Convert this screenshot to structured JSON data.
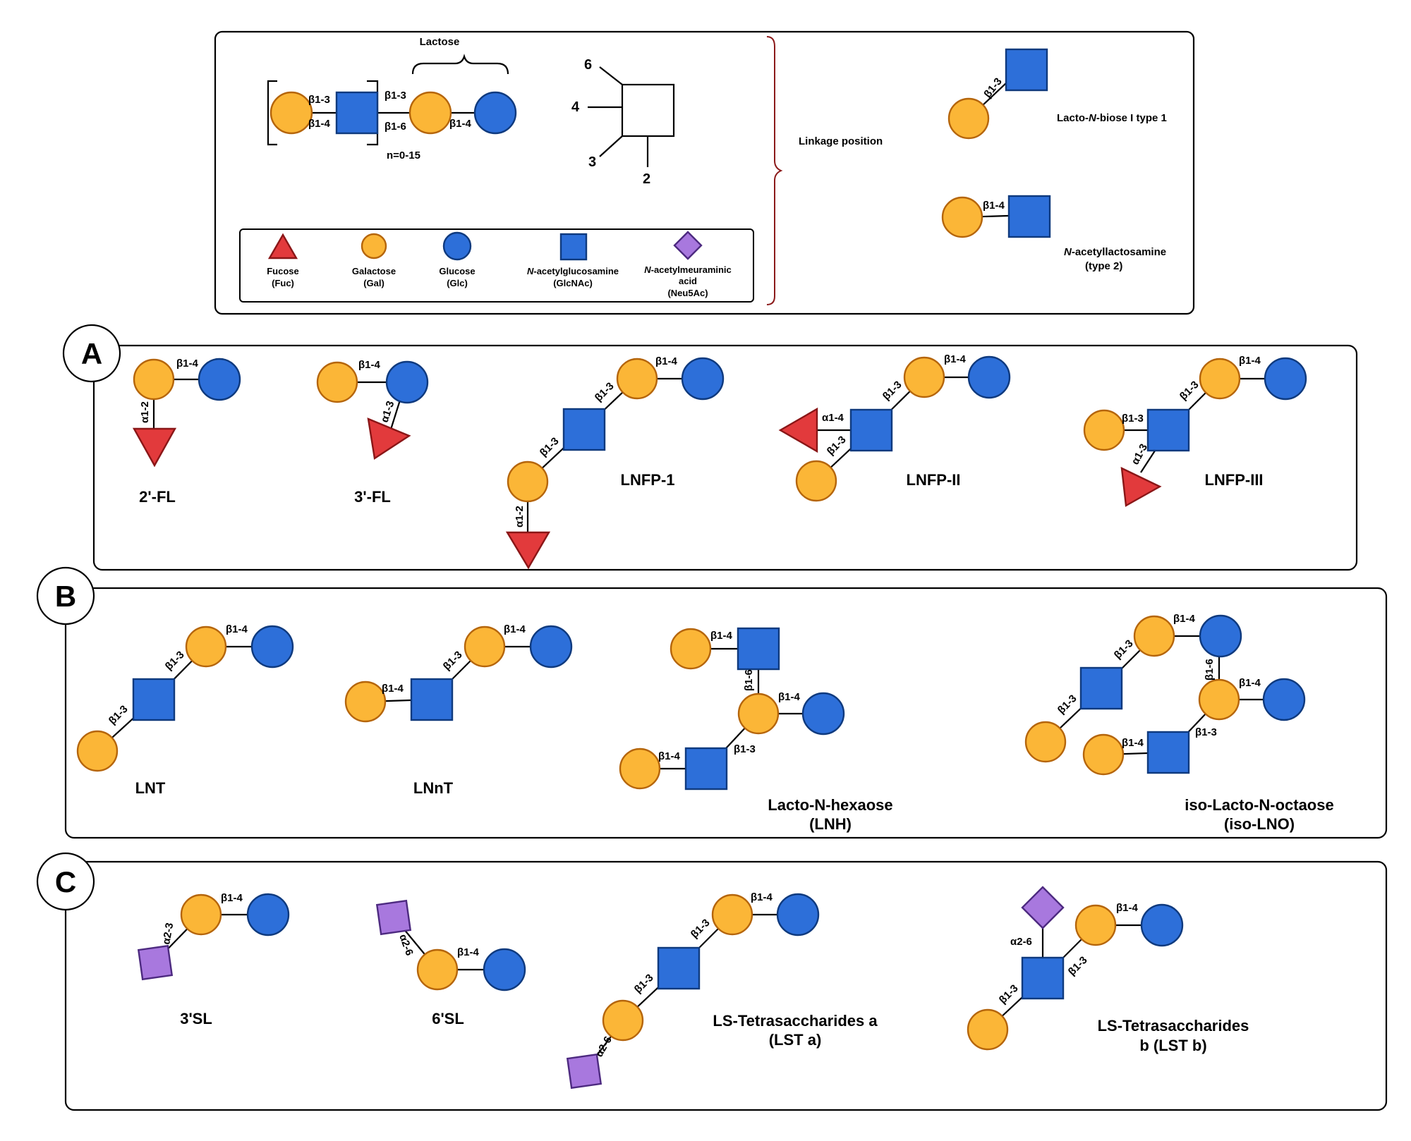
{
  "legend": {
    "lactose_label": "Lactose",
    "core_links": {
      "l1": "β1-3",
      "l2": "β1-4",
      "l3": "β1-3",
      "l4": "β1-6",
      "l5": "β1-4"
    },
    "repeat_label": "n=0-15",
    "positions": {
      "p6": "6",
      "p4": "4",
      "p3": "3",
      "p2": "2"
    },
    "linkage_position_label": "Linkage position",
    "type1": {
      "link": "β1-3",
      "name_prefix": "Lacto-",
      "name_italic": "N",
      "name_suffix": "-biose I type 1"
    },
    "type2": {
      "link": "β1-4",
      "name_italic": "N",
      "name_suffix": "-acetyllactosamine",
      "name_line2": "(type 2)"
    },
    "keys": {
      "fucose": "Fucose",
      "fucose_abbr": "(Fuc)",
      "galactose": "Galactose",
      "galactose_abbr": "(Gal)",
      "glucose": "Glucose",
      "glucose_abbr": "(Glc)",
      "glcnac_italic": "N",
      "glcnac_suffix": "-acetylglucosamine",
      "glcnac_abbr": "(GlcNAc)",
      "neu_italic": "N",
      "neu_suffix": "-acetylmeuraminic",
      "neu_line2": "acid",
      "neu_abbr": "(Neu5Ac)"
    }
  },
  "panels": {
    "A": {
      "badge": "A",
      "fl2": {
        "name": "2'-FL",
        "l_gal_glc": "β1-4",
        "l_fuc": "α1-2"
      },
      "fl3": {
        "name": "3'-FL",
        "l_gal_glc": "β1-4",
        "l_fuc": "α1-3"
      },
      "lnfp1": {
        "name": "LNFP-1",
        "l1": "β1-4",
        "l2": "β1-3",
        "l3": "β1-3",
        "l4": "α1-2"
      },
      "lnfp2": {
        "name": "LNFP-II",
        "l1": "β1-4",
        "l2": "β1-3",
        "l3": "α1-4",
        "l4": "β1-3"
      },
      "lnfp3": {
        "name": "LNFP-III",
        "l1": "β1-4",
        "l2": "β1-3",
        "l3": "β1-3",
        "l4": "α1-3"
      }
    },
    "B": {
      "badge": "B",
      "lnt": {
        "name": "LNT",
        "l1": "β1-4",
        "l2": "β1-3",
        "l3": "β1-3"
      },
      "lnnt": {
        "name": "LNnT",
        "l1": "β1-4",
        "l2": "β1-3",
        "l3": "β1-4"
      },
      "lnh": {
        "name_line1": "Lacto-N-hexaose",
        "name_line2": "(LNH)",
        "l1": "β1-4",
        "l2": "β1-6",
        "l3": "β1-4",
        "l4": "β1-3",
        "l5": "β1-4"
      },
      "lno": {
        "name_line1": "iso-Lacto-N-octaose",
        "name_line2": "(iso-LNO)",
        "l1": "β1-4",
        "l2": "β1-3",
        "l3": "β1-3",
        "l4": "β1-6",
        "l5": "β1-4",
        "l6": "β1-3",
        "l7": "β1-4"
      }
    },
    "C": {
      "badge": "C",
      "sl3": {
        "name": "3'SL",
        "l1": "β1-4",
        "l2": "α2-3"
      },
      "sl6": {
        "name": "6'SL",
        "l1": "β1-4",
        "l2": "α2-6"
      },
      "lsta": {
        "name_line1": "LS-Tetrasaccharides a",
        "name_line2": "(LST a)",
        "l1": "β1-4",
        "l2": "β1-3",
        "l3": "β1-3",
        "l4": "α2-6"
      },
      "lstb": {
        "name_line1": "LS-Tetrasaccharides",
        "name_line2": "b (LST b)",
        "l1": "β1-4",
        "l2": "α2-6",
        "l3": "β1-3",
        "l4": "β1-3"
      }
    }
  },
  "colors": {
    "galactose": "#FBB637",
    "glucose": "#2D6FD9",
    "glcnac": "#2D6FD9",
    "fucose": "#E23A3C",
    "neu5ac": "#A878DE",
    "bracket": "#8B1A1A"
  }
}
